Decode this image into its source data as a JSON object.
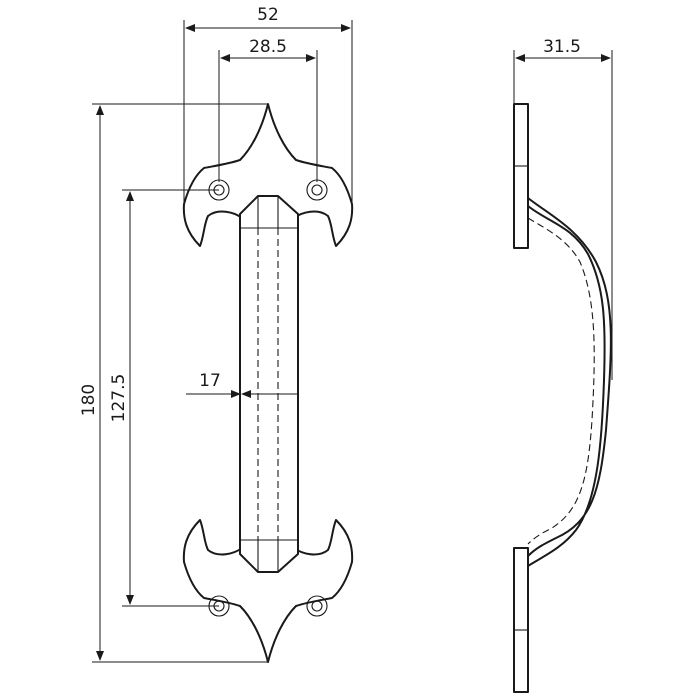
{
  "dimensions": {
    "overall_width": "52",
    "hole_spacing": "28.5",
    "overall_length": "180",
    "hole_centres": "127.5",
    "grip_width": "17",
    "projection": "31.5"
  }
}
